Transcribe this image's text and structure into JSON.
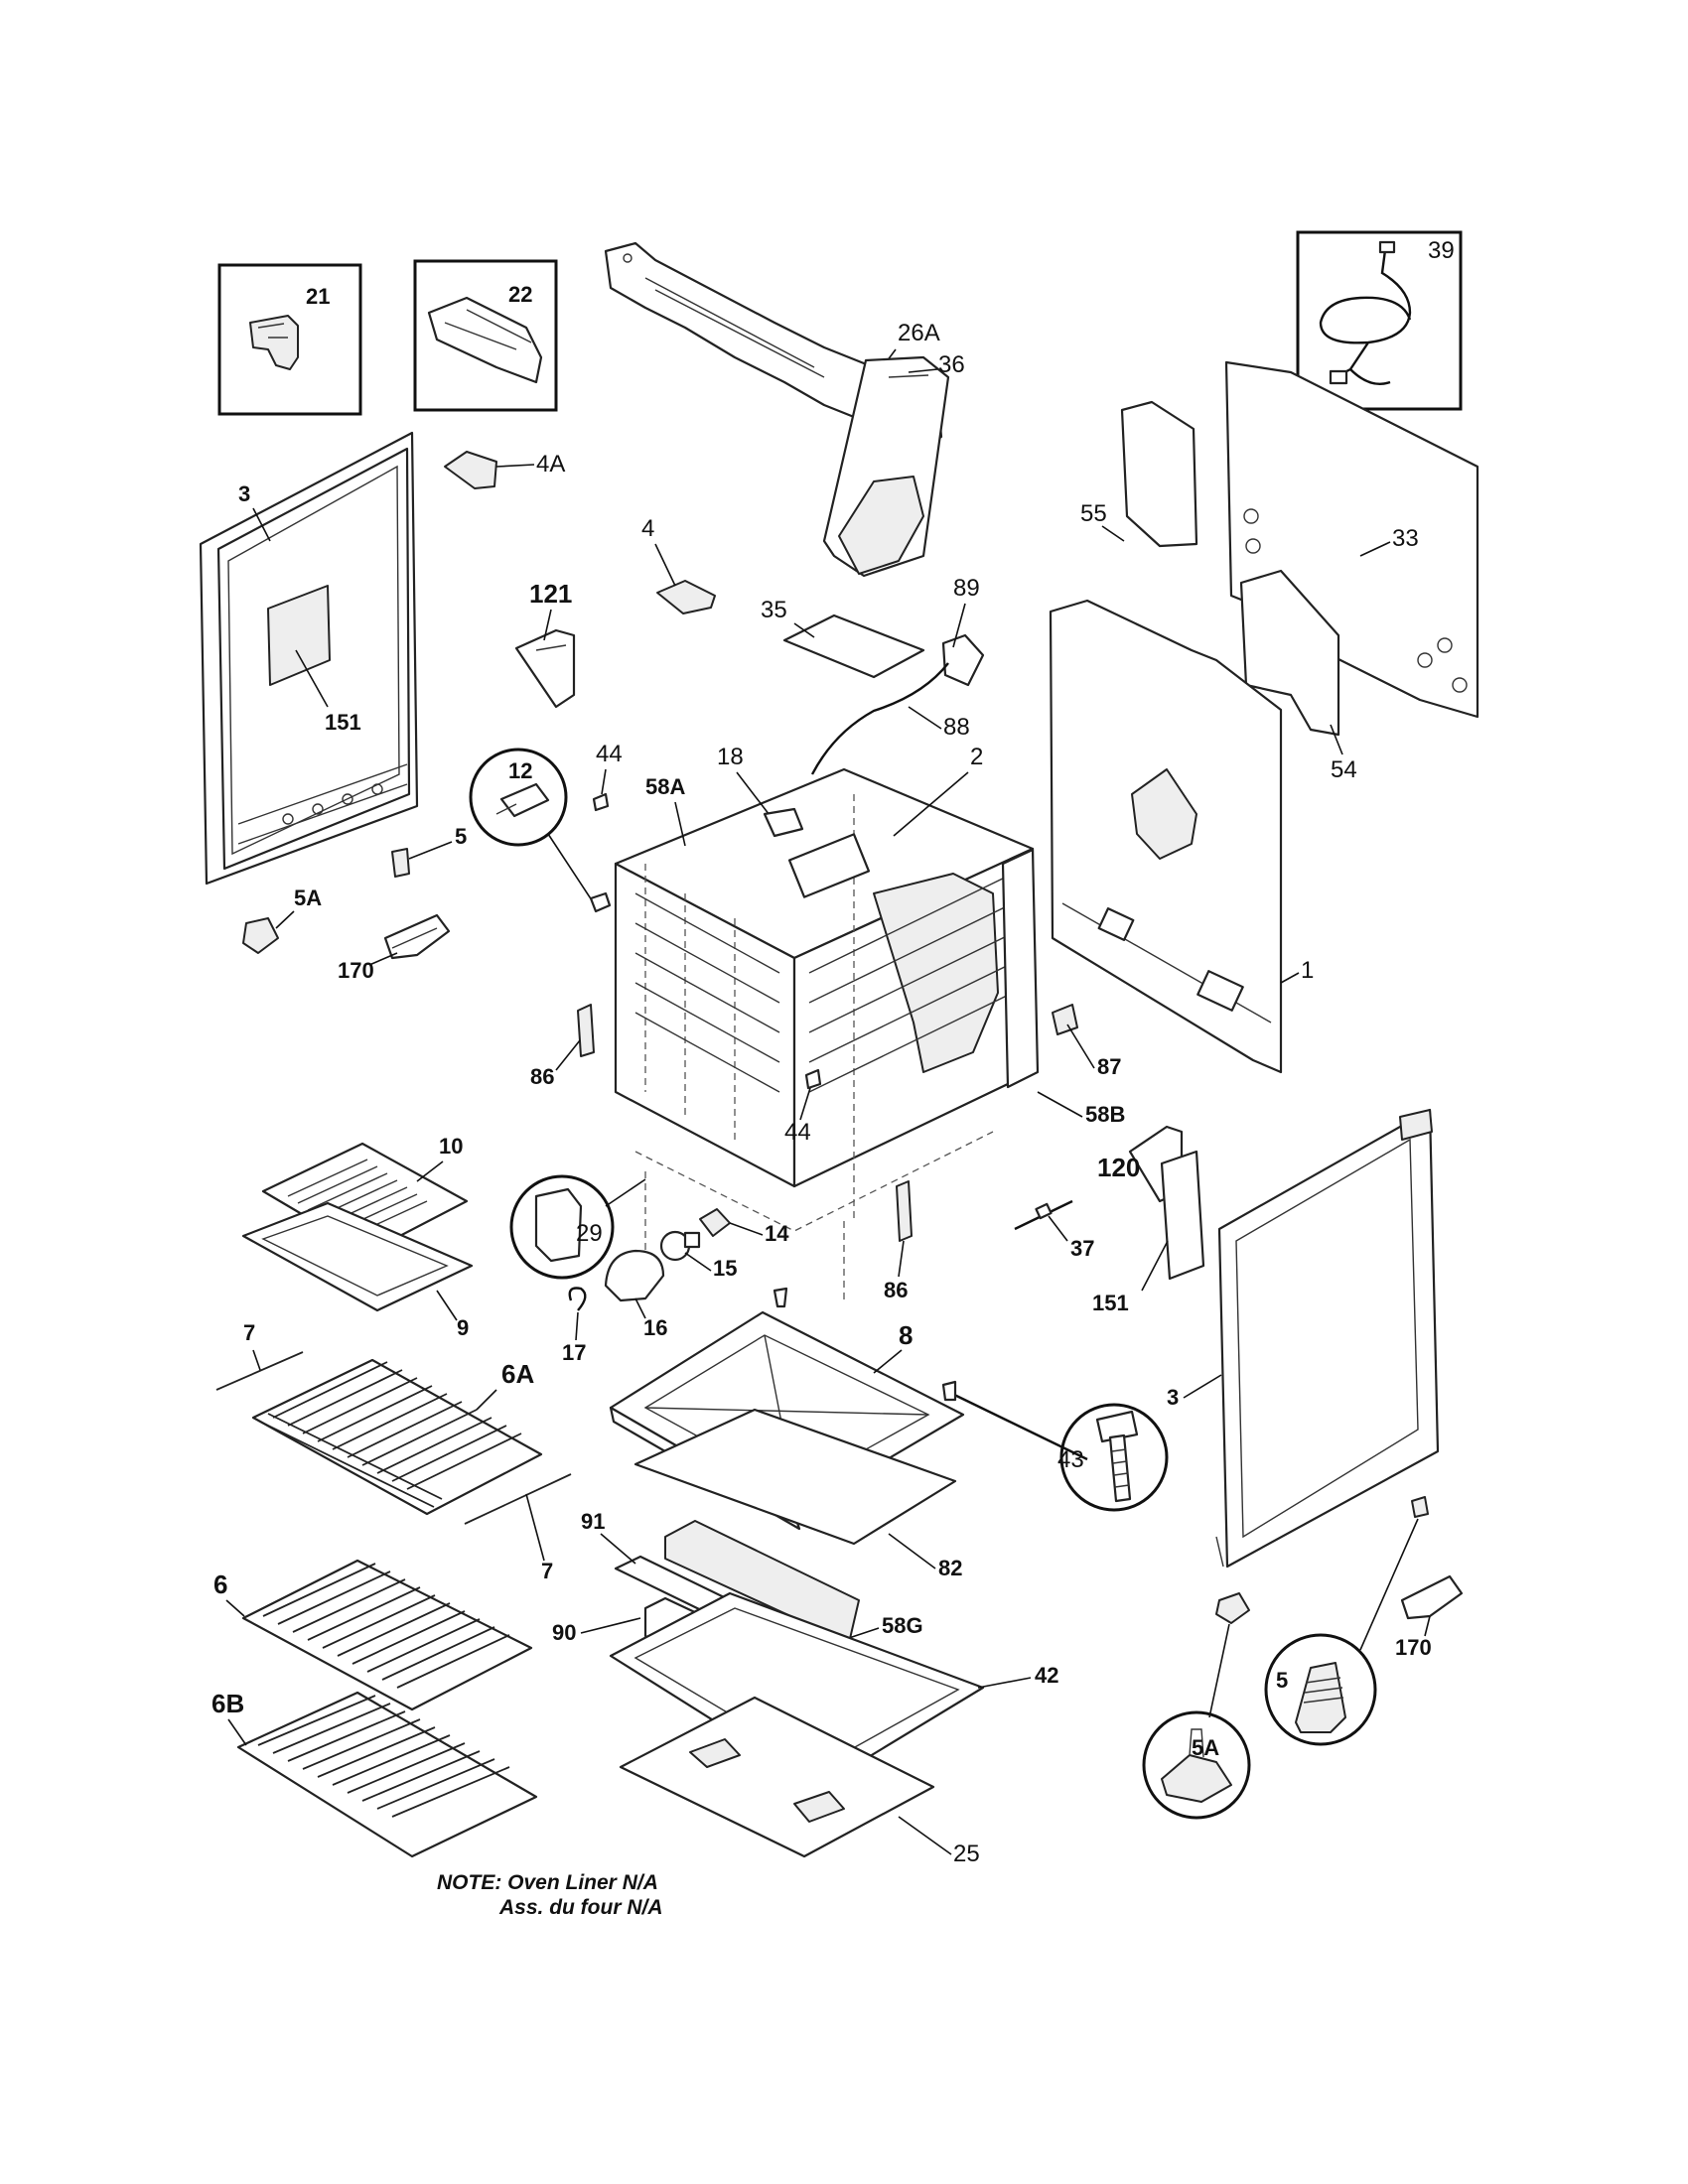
{
  "diagram": {
    "labels": {
      "p21": "21",
      "p22": "22",
      "p26A": "26A",
      "p39": "39",
      "p3_left": "3",
      "p4A": "4A",
      "p4": "4",
      "p36": "36",
      "p55": "55",
      "p33": "33",
      "p121": "121",
      "p35": "35",
      "p89": "89",
      "p88": "88",
      "p54": "54",
      "p151_left": "151",
      "p12": "12",
      "p44_top": "44",
      "p58A": "58A",
      "p18": "18",
      "p2": "2",
      "p5_left": "5",
      "p5A_left": "5A",
      "p170_left": "170",
      "p1": "1",
      "p87": "87",
      "p86_left": "86",
      "p58B": "58B",
      "p44_mid": "44",
      "p120": "120",
      "p10": "10",
      "p29": "29",
      "p14": "14",
      "p15": "15",
      "p9": "9",
      "p16": "16",
      "p17": "17",
      "p86_right": "86",
      "p37": "37",
      "p151_right": "151",
      "p8": "8",
      "p7_top": "7",
      "p6A": "6A",
      "p3_right": "3",
      "p43": "43",
      "p7_bottom": "7",
      "p91": "91",
      "p82": "82",
      "p6": "6",
      "p58G": "58G",
      "p90": "90",
      "p42": "42",
      "p170_right": "170",
      "p5_right": "5",
      "p6B": "6B",
      "p5A_right": "5A",
      "p25": "25"
    },
    "note_line1": "NOTE: Oven Liner N/A",
    "note_line2": "Ass. du four N/A"
  }
}
